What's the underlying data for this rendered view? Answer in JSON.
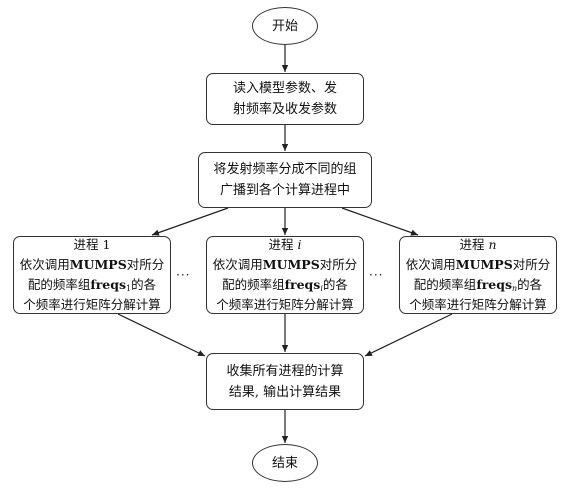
{
  "start": {
    "label": "开始"
  },
  "read": {
    "line1": "读入模型参数、发",
    "line2": "射频率及收发参数"
  },
  "split": {
    "line1": "将发射频率分成不同的组",
    "line2": "广播到各个计算进程中"
  },
  "procs": [
    {
      "title_prefix": "进程 ",
      "title_var": "1",
      "line1_a": "依次调用",
      "line1_b": "MUMPS",
      "line1_c": "对所分",
      "line2_a": "配的频率组",
      "line2_b": "freqs",
      "line2_sub": "1",
      "line2_c": "的各",
      "line3": "个频率进行矩阵分解计算"
    },
    {
      "title_prefix": "进程 ",
      "title_var": "i",
      "line1_a": "依次调用",
      "line1_b": "MUMPS",
      "line1_c": "对所分",
      "line2_a": "配的频率组",
      "line2_b": "freqs",
      "line2_sub": "i",
      "line2_c": "的各",
      "line3": "个频率进行矩阵分解计算"
    },
    {
      "title_prefix": "进程 ",
      "title_var": "n",
      "line1_a": "依次调用",
      "line1_b": "MUMPS",
      "line1_c": "对所分",
      "line2_a": "配的频率组",
      "line2_b": "freqs",
      "line2_sub": "n",
      "line2_c": "的各",
      "line3": "个频率进行矩阵分解计算"
    }
  ],
  "ellipsis": "···",
  "collect": {
    "line1": "收集所有进程的计算",
    "line2": "结果, 输出计算结果"
  },
  "end": {
    "label": "结束"
  }
}
